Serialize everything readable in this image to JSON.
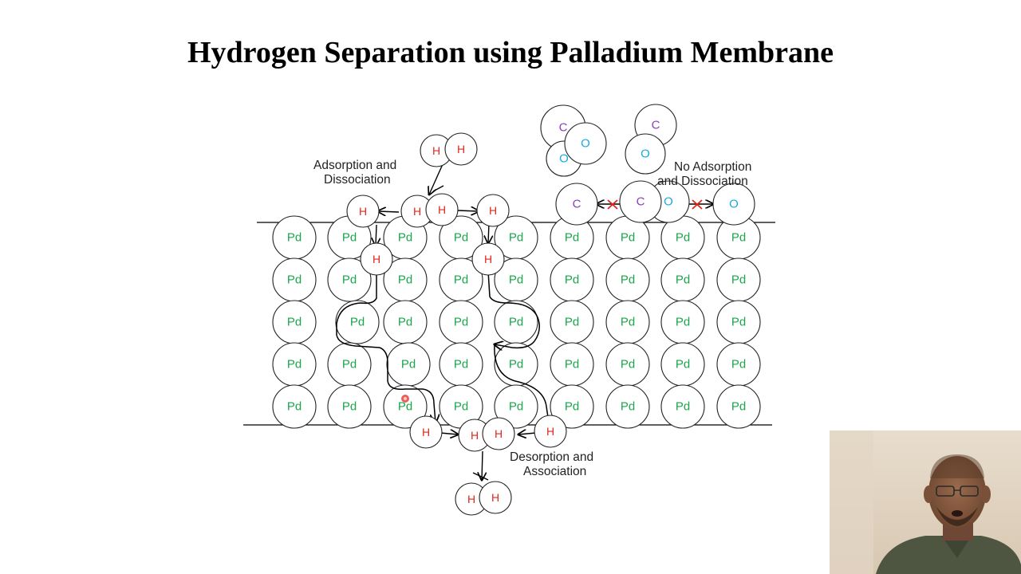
{
  "title": "Hydrogen Separation using Palladium Membrane",
  "labels": {
    "adsorption_line1": "Adsorption and",
    "adsorption_line2": "Dissociation",
    "no_adsorption_line1": "No Adsorption",
    "no_adsorption_line2": "and Dissociation",
    "desorption_line1": "Desorption and",
    "desorption_line2": "Association"
  },
  "atoms": {
    "palladium": "Pd",
    "hydrogen": "H",
    "carbon": "C",
    "oxygen": "O"
  },
  "colors": {
    "palladium": "#1aa64a",
    "hydrogen": "#e0281c",
    "carbon": "#8a3fb8",
    "oxygen": "#18a9e0",
    "blocked_cross": "#e0281c",
    "pointer": "#e5443a"
  },
  "lattice": {
    "rows": 5,
    "columns": 9
  },
  "webcam": {
    "description": "presenter-webcam"
  }
}
